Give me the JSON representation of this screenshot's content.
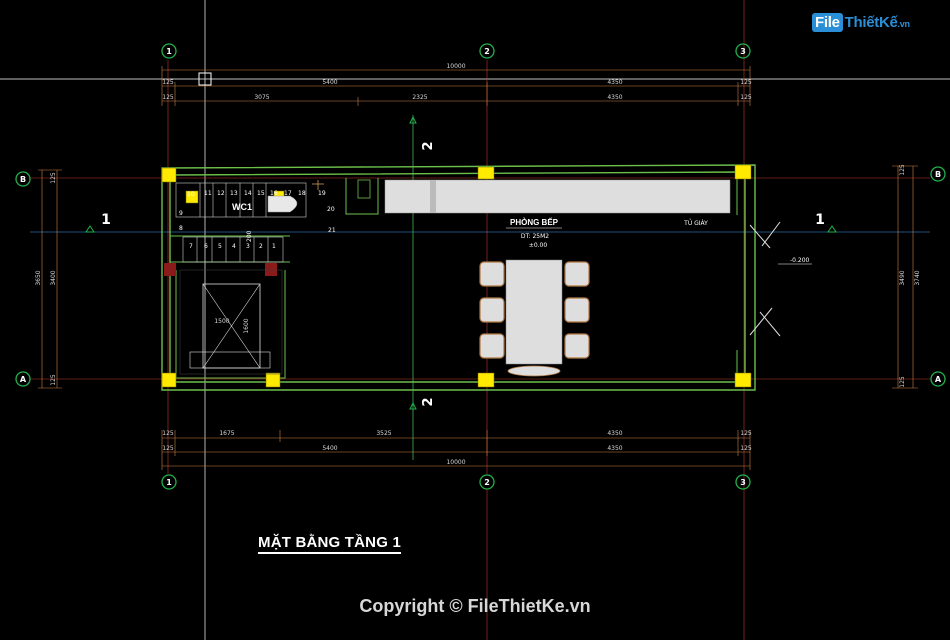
{
  "watermark_logo": {
    "f": "File",
    "name": "ThiếtKế",
    "ext": ".vn"
  },
  "drawing_title": "MẶT BẰNG TẦNG 1",
  "copyright": "Copyright © FileThietKe.vn",
  "grid": {
    "cols": [
      "1",
      "2",
      "3"
    ],
    "rows": [
      "B",
      "A"
    ]
  },
  "dims": {
    "top_total": "10000",
    "top_row2": [
      "125",
      "5400",
      "4350",
      "125"
    ],
    "top_row3": [
      "125",
      "3075",
      "2325",
      "4350",
      "125"
    ],
    "bottom_row1": [
      "125",
      "1675",
      "3525",
      "4350",
      "125"
    ],
    "bottom_row2": [
      "125",
      "5400",
      "4350",
      "125"
    ],
    "bottom_total": "10000",
    "left": [
      "125",
      "3400",
      "3650",
      "125"
    ],
    "right": [
      "125",
      "3490",
      "3740",
      "125"
    ]
  },
  "rooms": {
    "wc": "WC1",
    "kitchen": "PHÒNG BẾP",
    "kitchen_area": "DT: 25M2",
    "kitchen_level": "±0.00",
    "cabinet": "TỦ GIÀY",
    "elevator_w": "1500",
    "elevator_h": "1600",
    "step_20": "20",
    "step_21": "21",
    "step_200": "200",
    "exterior_level": "-0.200"
  },
  "stairs": {
    "top": [
      "10",
      "11",
      "12",
      "13",
      "14",
      "15",
      "16",
      "17",
      "18",
      "19"
    ],
    "left": [
      "9",
      "8"
    ],
    "bottom": [
      "7",
      "6",
      "5",
      "4",
      "3",
      "2",
      "1"
    ]
  },
  "sections": {
    "vertical": "2",
    "horizontal": "1"
  },
  "colors": {
    "wall": "#6cc04a",
    "column": "#ffea00",
    "grid_line": "#c0392b",
    "dim_line": "#d07f45",
    "bubble": "#22b14c"
  }
}
